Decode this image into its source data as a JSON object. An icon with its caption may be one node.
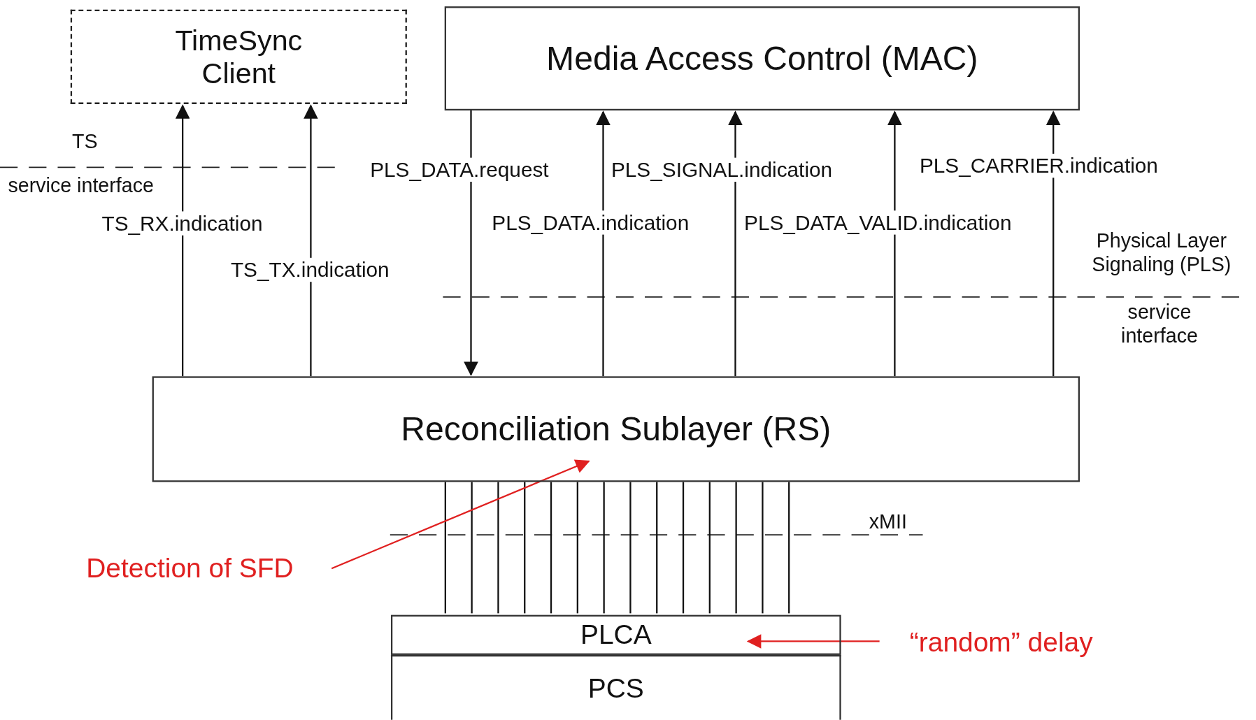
{
  "diagram": {
    "nodes": [
      {
        "text": [
          "TimeSync Client"
        ]
      },
      {
        "text": [
          "Media Access Control (MAC)"
        ]
      },
      {
        "text": [
          "Reconciliation Sublayer (RS)"
        ]
      },
      {
        "text": [
          "PLCA"
        ]
      },
      {
        "text": [
          "PCS"
        ]
      },
      {
        "text": [
          "Detection of SFD"
        ]
      },
      {
        "text": [
          "“random” delay"
        ]
      }
    ],
    "edges": [
      {
        "from": 2,
        "to": 0,
        "arrow": "to",
        "label": "TS_RX.indication"
      },
      {
        "from": 2,
        "to": 0,
        "arrow": "to",
        "label": "TS_TX.indication"
      },
      {
        "from": 1,
        "to": 2,
        "arrow": "to",
        "label": "PLS_DATA.request"
      },
      {
        "from": 2,
        "to": 1,
        "arrow": "to",
        "label": "PLS_DATA.indication"
      },
      {
        "from": 2,
        "to": 1,
        "arrow": "to",
        "label": "PLS_SIGNAL.indication"
      },
      {
        "from": 2,
        "to": 1,
        "arrow": "to",
        "label": "PLS_DATA_VALID.indication"
      },
      {
        "from": 2,
        "to": 1,
        "arrow": "to",
        "label": "PLS_CARRIER.indication"
      },
      {
        "from": 2,
        "to": 3,
        "arrow": "none"
      },
      {
        "from": 2,
        "to": 3,
        "arrow": "none"
      },
      {
        "from": 2,
        "to": 3,
        "arrow": "none"
      },
      {
        "from": 2,
        "to": 3,
        "arrow": "none"
      },
      {
        "from": 2,
        "to": 3,
        "arrow": "none"
      },
      {
        "from": 2,
        "to": 3,
        "arrow": "none"
      },
      {
        "from": 2,
        "to": 3,
        "arrow": "none"
      },
      {
        "from": 2,
        "to": 3,
        "arrow": "none"
      },
      {
        "from": 2,
        "to": 3,
        "arrow": "none"
      },
      {
        "from": 2,
        "to": 3,
        "arrow": "none"
      },
      {
        "from": 2,
        "to": 3,
        "arrow": "none"
      },
      {
        "from": 2,
        "to": 3,
        "arrow": "none"
      },
      {
        "from": 2,
        "to": 3,
        "arrow": "none"
      },
      {
        "from": 2,
        "to": 3,
        "arrow": "none"
      },
      {
        "from": 5,
        "to": 2,
        "arrow": "to",
        "color": "#e02020"
      },
      {
        "from": 6,
        "to": 3,
        "arrow": "to",
        "color": "#e02020"
      }
    ],
    "labels": [
      "TS",
      "service interface",
      "Physical Layer Signaling (PLS)",
      "service interface",
      "xMII"
    ]
  }
}
